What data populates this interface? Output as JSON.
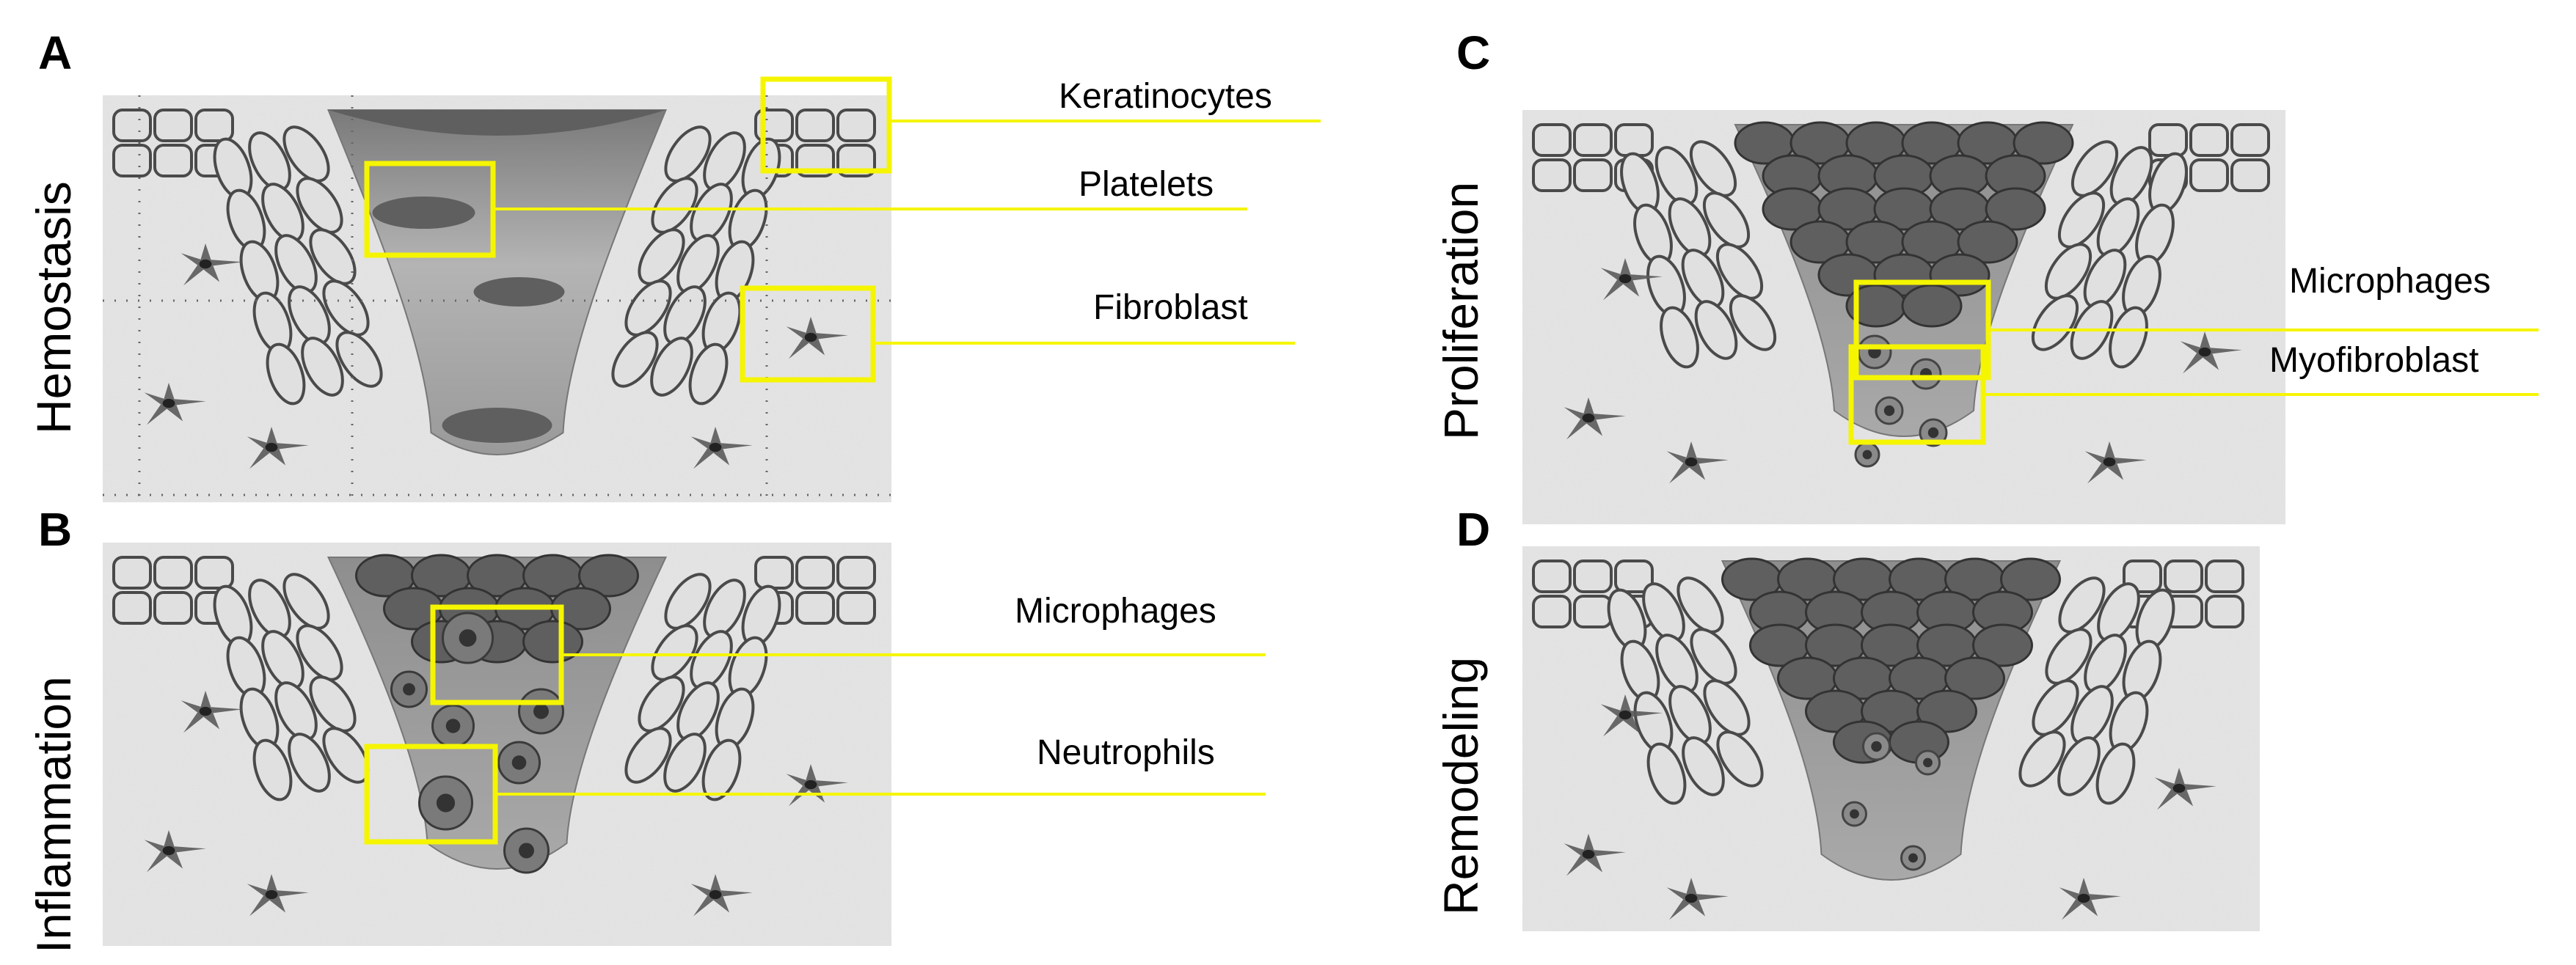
{
  "panels": [
    {
      "letter": "A",
      "stage": "Hemostasis",
      "callouts": [
        {
          "label": "Keratinocytes",
          "box": "keratinocytes"
        },
        {
          "label": "Platelets",
          "box": "platelets"
        },
        {
          "label": "Fibroblast",
          "box": "fibroblast"
        }
      ]
    },
    {
      "letter": "B",
      "stage": "Inflammation",
      "callouts": [
        {
          "label": "Microphages",
          "box": "macrophage"
        },
        {
          "label": "Neutrophils",
          "box": "neutrophil"
        }
      ]
    },
    {
      "letter": "C",
      "stage": "Proliferation",
      "callouts": [
        {
          "label": "Microphages",
          "box": "macrophage"
        },
        {
          "label": "Myofibroblast",
          "box": "myofibroblast"
        }
      ]
    },
    {
      "letter": "D",
      "stage": "Remodeling",
      "callouts": []
    }
  ],
  "colors": {
    "highlight": "#f5f500",
    "background": "#ffffff",
    "tissue": "#e7e7e7",
    "clot": "#5f5f5f",
    "cell": "#e0e0e0",
    "cell_border": "#4a4a4a",
    "fibroblast": "#5a5a5a",
    "text": "#000000"
  }
}
